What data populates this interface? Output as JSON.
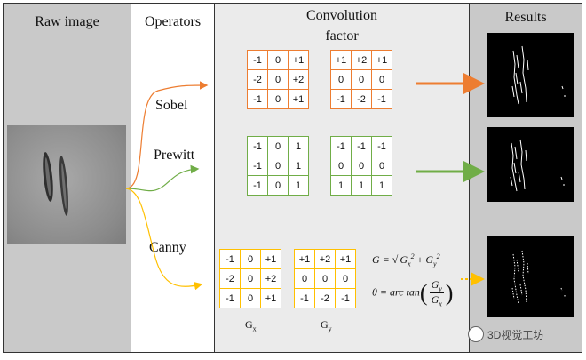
{
  "panels": {
    "raw": "Raw image",
    "operators": "Operators",
    "convolution": [
      "Convolution",
      "factor"
    ],
    "results": "Results"
  },
  "operators": [
    {
      "name": "Sobel",
      "color": "#ed7d31"
    },
    {
      "name": "Prewitt",
      "color": "#70ad47"
    },
    {
      "name": "Canny",
      "color": "#ffc000"
    }
  ],
  "kernels": {
    "sobel_gx": [
      [
        "-1",
        "0",
        "+1"
      ],
      [
        "-2",
        "0",
        "+2"
      ],
      [
        "-1",
        "0",
        "+1"
      ]
    ],
    "sobel_gy": [
      [
        "+1",
        "+2",
        "+1"
      ],
      [
        "0",
        "0",
        "0"
      ],
      [
        "-1",
        "-2",
        "-1"
      ]
    ],
    "prewitt_gx": [
      [
        "-1",
        "0",
        "1"
      ],
      [
        "-1",
        "0",
        "1"
      ],
      [
        "-1",
        "0",
        "1"
      ]
    ],
    "prewitt_gy": [
      [
        "-1",
        "-1",
        "-1"
      ],
      [
        "0",
        "0",
        "0"
      ],
      [
        "1",
        "1",
        "1"
      ]
    ],
    "canny_gx": [
      [
        "-1",
        "0",
        "+1"
      ],
      [
        "-2",
        "0",
        "+2"
      ],
      [
        "-1",
        "0",
        "+1"
      ]
    ],
    "canny_gy": [
      [
        "+1",
        "+2",
        "+1"
      ],
      [
        "0",
        "0",
        "0"
      ],
      [
        "-1",
        "-2",
        "-1"
      ]
    ]
  },
  "kernel_labels": {
    "gx": {
      "base": "G",
      "sub": "x"
    },
    "gy": {
      "base": "G",
      "sub": "y"
    }
  },
  "formulas": {
    "magnitude": {
      "lhs": "G =",
      "terms": [
        "G",
        "x",
        "2",
        " + ",
        "G",
        "y",
        "2"
      ]
    },
    "direction": {
      "lhs": "θ = arc tan",
      "num_base": "G",
      "num_sub": "y",
      "den_base": "G",
      "den_sub": "x"
    }
  },
  "watermark": "3D视觉工坊",
  "colors": {
    "panel_gray": "#c9c9c9",
    "conv_bg": "#ebebeb",
    "sobel": "#ed7d31",
    "prewitt": "#70ad47",
    "canny": "#ffc000"
  }
}
